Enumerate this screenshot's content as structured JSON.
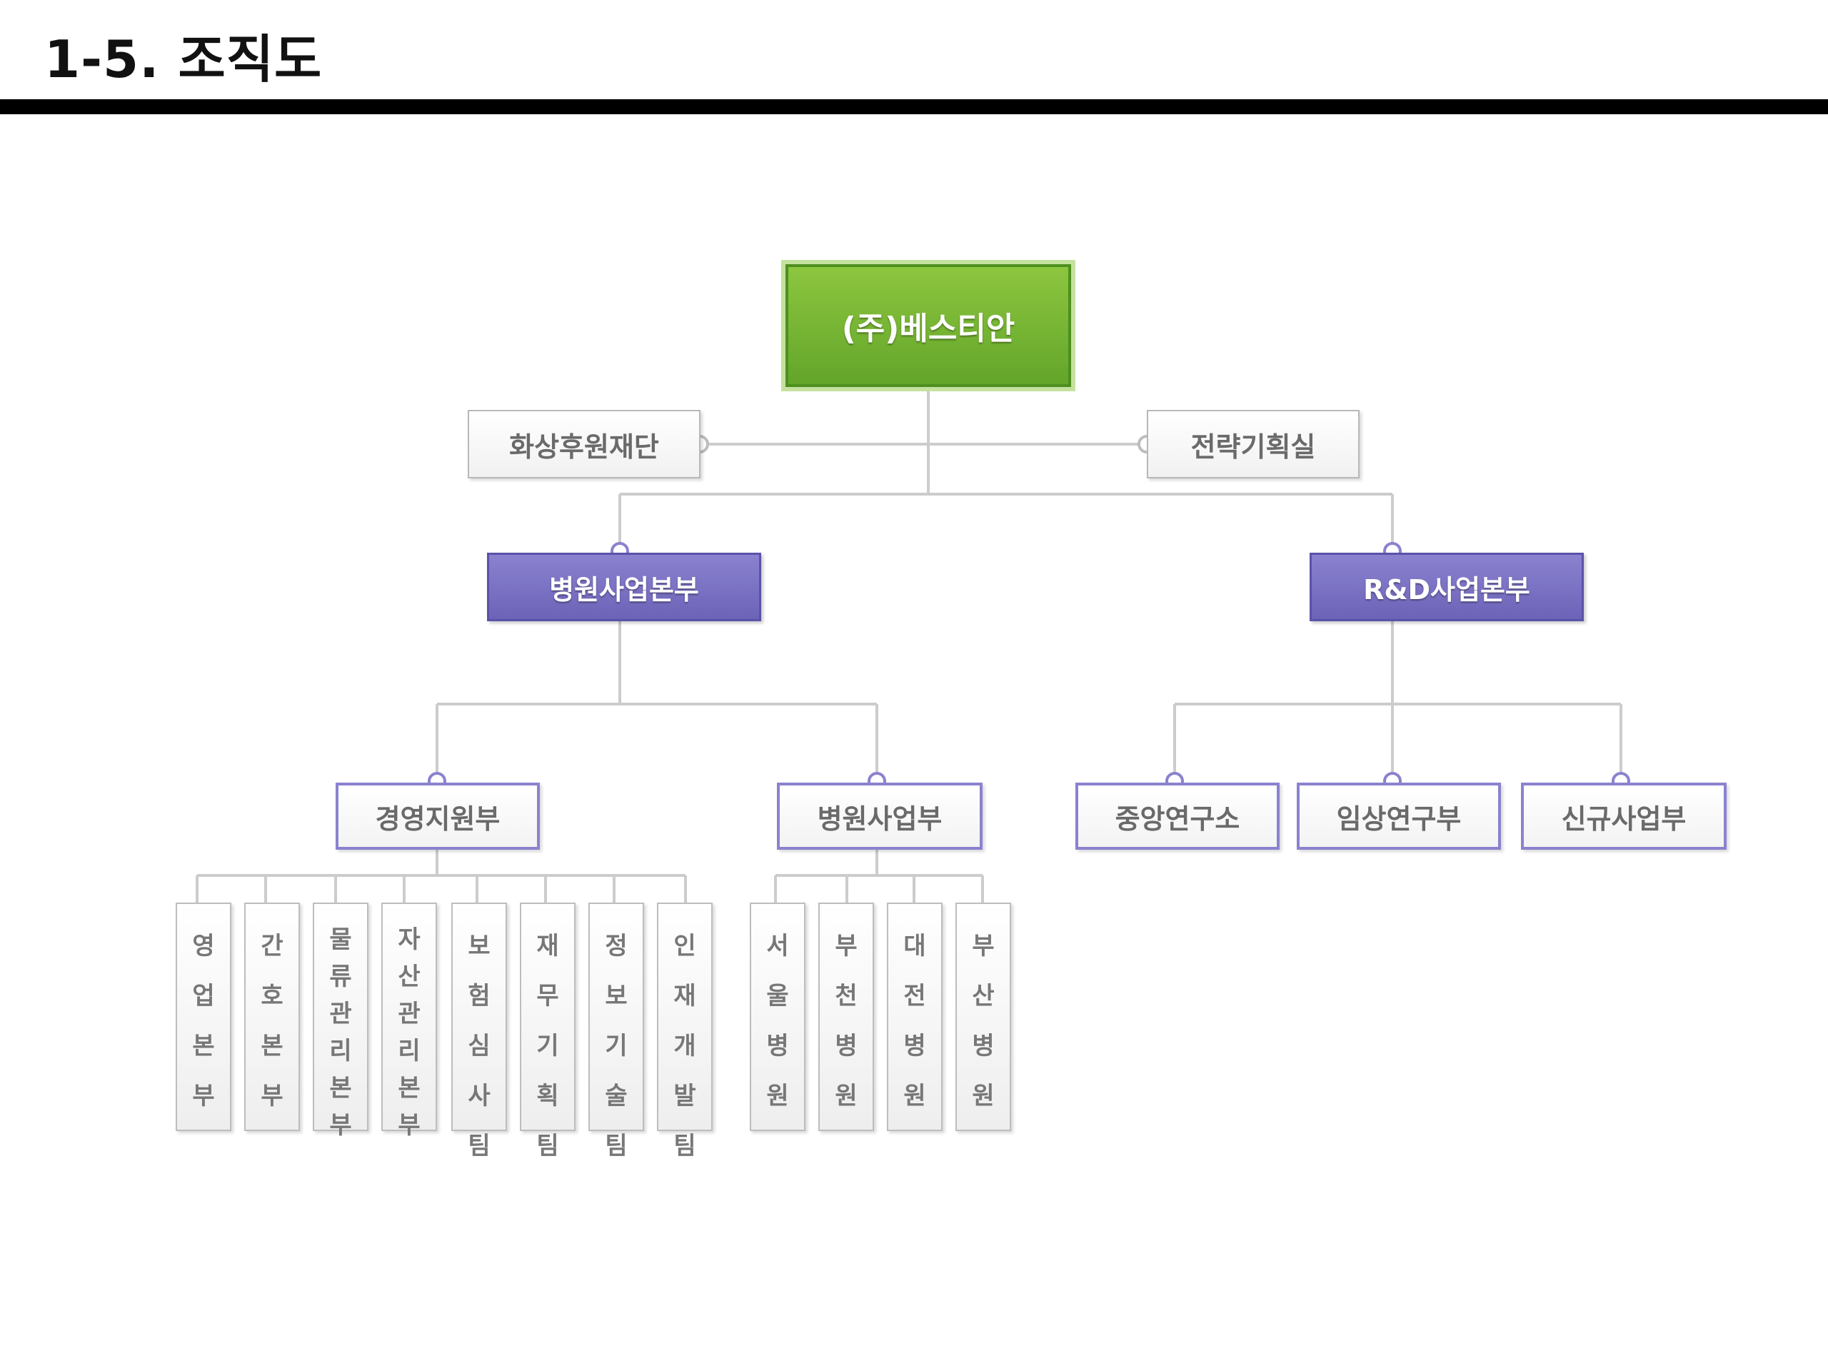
{
  "page": {
    "title": "1-5. 조직도"
  },
  "org": {
    "root": "(주)베스티안",
    "staff_left": "화상후원재단",
    "staff_right": "전략기획실",
    "division_hospital": "병원사업본부",
    "division_rnd": "R&D사업본부",
    "dept_management": "경영지원부",
    "dept_hospital": "병원사업부",
    "dept_central_lab": "중앙연구소",
    "dept_clinical": "임상연구부",
    "dept_new_business": "신규사업부",
    "teams_management": [
      "영업본부",
      "간호본부",
      "물류관리본부",
      "자산관리본부",
      "보험심사팀",
      "재무기획팀",
      "정보기술팀",
      "인재개발팀"
    ],
    "teams_hospital": [
      "서울병원",
      "부천병원",
      "대전병원",
      "부산병원"
    ]
  },
  "colors": {
    "root": "#6fb32f",
    "division": "#7a72c4",
    "dept_border": "#8a82cf",
    "connector": "#cccccc"
  }
}
